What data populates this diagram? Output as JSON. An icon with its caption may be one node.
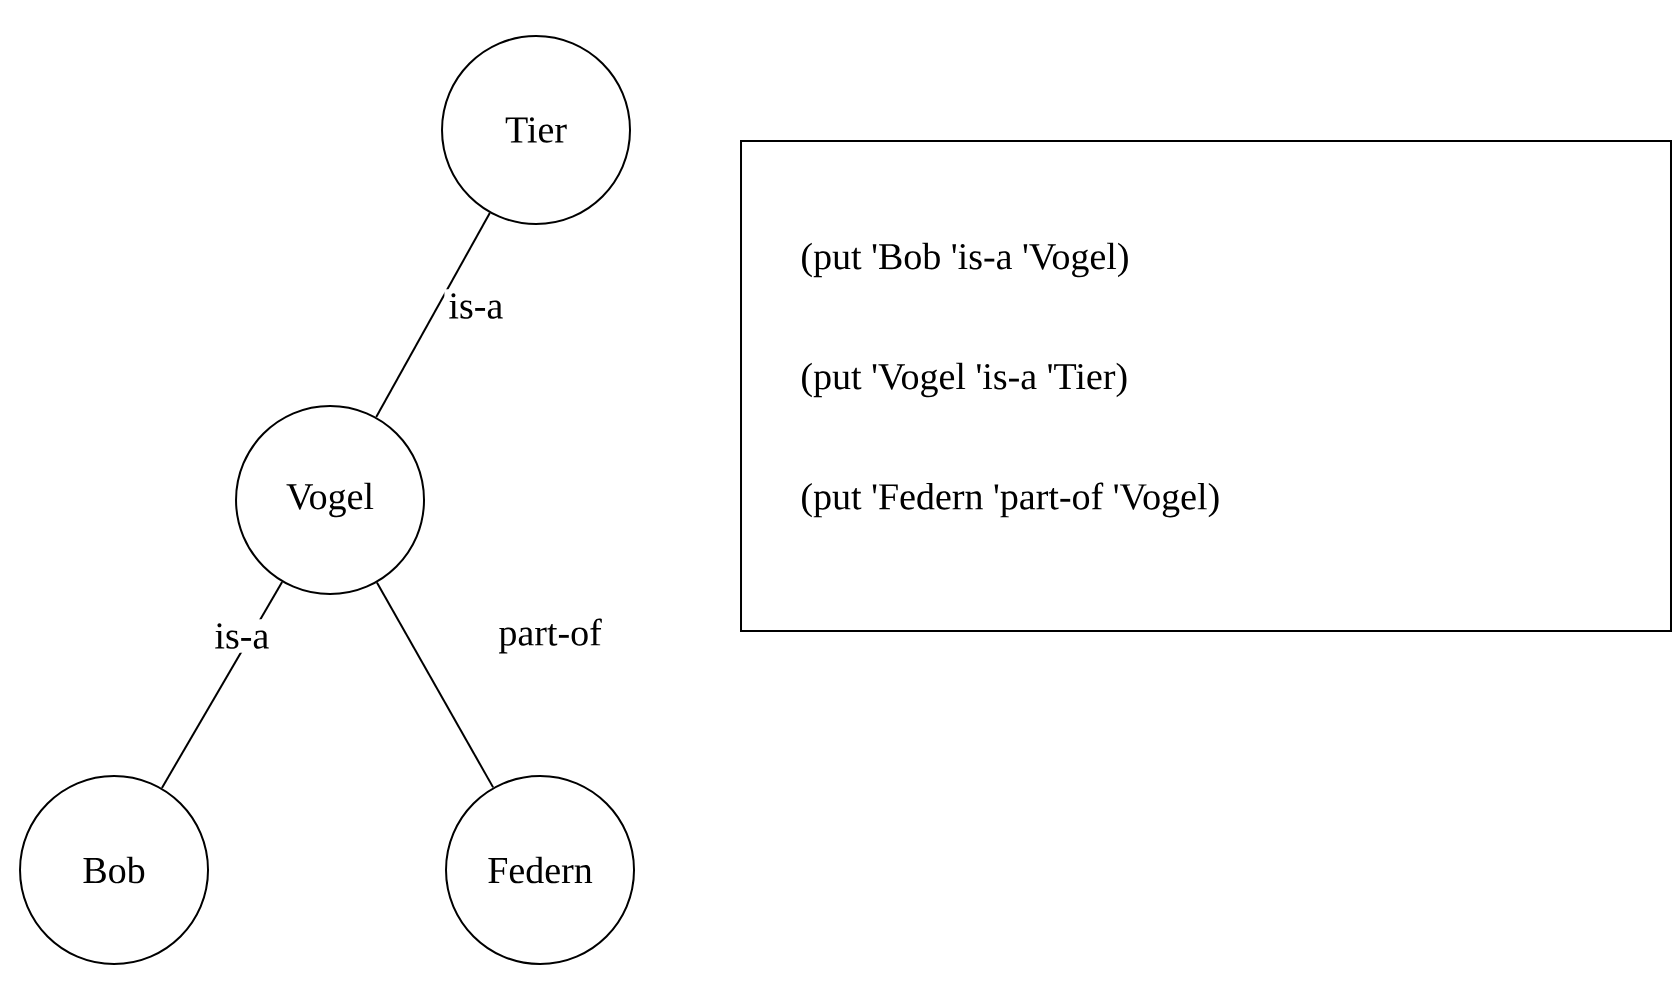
{
  "diagram": {
    "nodes": [
      {
        "text": [
          "Tier"
        ]
      },
      {
        "text": [
          "Vogel"
        ]
      },
      {
        "text": [
          "Bob"
        ]
      },
      {
        "text": [
          "Federn"
        ]
      },
      {
        "text": [
          "(put 'Bob 'is-a 'Vogel)",
          "(put 'Vogel 'is-a 'Tier)",
          "(put 'Federn 'part-of 'Vogel)"
        ]
      }
    ],
    "edges": [
      {
        "from": 0,
        "to": 1,
        "arrow": "none",
        "label": "is-a"
      },
      {
        "from": 1,
        "to": 2,
        "arrow": "none",
        "label": "is-a"
      },
      {
        "from": 1,
        "to": 3,
        "arrow": "none",
        "label": "part-of"
      }
    ]
  }
}
